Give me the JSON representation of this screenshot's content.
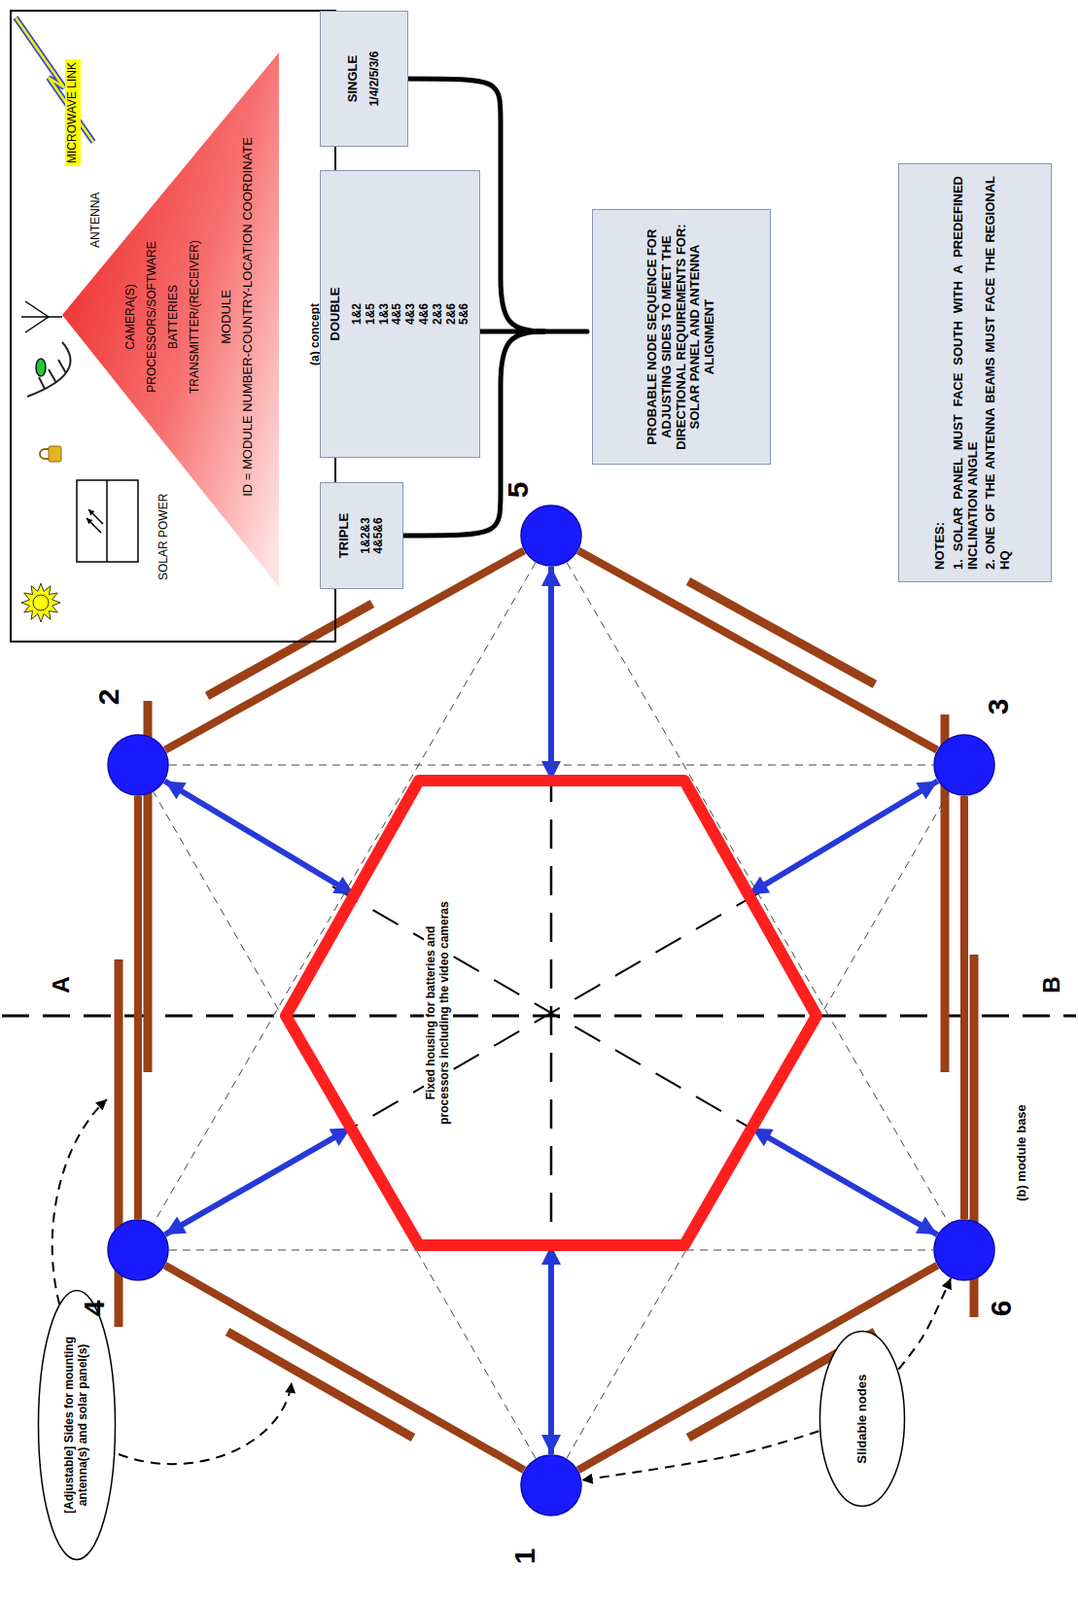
{
  "diagram": {
    "nodes": [
      {
        "text": [
          "SOLAR POWER",
          "ANTENNA",
          "MICROWAVE LINK",
          "(a) concept"
        ]
      },
      {
        "text": [
          "CAMERA(S)",
          "PROCESSORS/SOFTWARE",
          "BATTERIES",
          "TRANSMITTER/(RECEIVER)",
          "MODULE",
          "ID = MODULE NUMBER-COUNTRY-LOCATION COORDINATE"
        ],
        "in": 0
      },
      {
        "text": [
          "[Adjustable] Sides for mounting antenna(s) and solar panel(s)"
        ]
      },
      {
        "text": [
          "4"
        ]
      },
      {
        "text": [
          "2"
        ]
      },
      {
        "text": [
          "1"
        ]
      },
      {
        "text": [
          "Fixed housing for batteries and processors including the video cameras"
        ]
      },
      {
        "text": [
          "5"
        ]
      },
      {
        "text": [
          "6"
        ]
      },
      {
        "text": [
          "3"
        ]
      },
      {
        "text": [
          "Slidable nodes"
        ]
      },
      {
        "text": [
          "SINGLE",
          "1/4/2/5/3/6"
        ]
      },
      {
        "text": [
          "DOUBLE",
          "1&2",
          "1&5",
          "1&3",
          "4&5",
          "4&3",
          "4&6",
          "2&3",
          "2&6",
          "5&6"
        ]
      },
      {
        "text": [
          "TRIPLE",
          "1&2&3",
          "4&5&6"
        ]
      },
      {
        "text": [
          "PROBABLE NODE SEQUENCE FOR ADJUSTING SIDES TO MEET THE DIRECTIONAL REQUIREMENTS FOR: SOLAR PANEL AND ANTENNA ALIGNMENT"
        ]
      },
      {
        "text": [
          "NOTES:",
          "1. SOLAR PANEL MUST FACE SOUTH WITH A PREDEFINED INCLINATION ANGLE",
          "2. ONE OF THE ANTENNA BEAMS MUST FACE THE REGIONAL HQ"
        ]
      }
    ],
    "edges": [
      {
        "from": 6,
        "to": 5,
        "arrow": "both"
      },
      {
        "from": 6,
        "to": 3,
        "arrow": "both"
      },
      {
        "from": 6,
        "to": 4,
        "arrow": "both"
      },
      {
        "from": 6,
        "to": 7,
        "arrow": "both"
      },
      {
        "from": 6,
        "to": 9,
        "arrow": "both"
      },
      {
        "from": 6,
        "to": 8,
        "arrow": "both"
      },
      {
        "from": 5,
        "to": 3,
        "arrow": "none"
      },
      {
        "from": 3,
        "to": 4,
        "arrow": "none"
      },
      {
        "from": 4,
        "to": 7,
        "arrow": "none"
      },
      {
        "from": 7,
        "to": 9,
        "arrow": "none"
      },
      {
        "from": 9,
        "to": 8,
        "arrow": "none"
      },
      {
        "from": 8,
        "to": 5,
        "arrow": "none"
      },
      {
        "from": 5,
        "to": 4,
        "arrow": "none"
      },
      {
        "from": 5,
        "to": 9,
        "arrow": "none"
      },
      {
        "from": 4,
        "to": 9,
        "arrow": "none"
      },
      {
        "from": 7,
        "to": 3,
        "arrow": "none"
      },
      {
        "from": 7,
        "to": 8,
        "arrow": "none"
      },
      {
        "from": 3,
        "to": 8,
        "arrow": "none"
      },
      {
        "from": 10,
        "to": 5,
        "arrow": "to"
      },
      {
        "from": 10,
        "to": 8,
        "arrow": "to"
      }
    ],
    "labels": [
      "A",
      "B",
      "(b) module base"
    ]
  }
}
